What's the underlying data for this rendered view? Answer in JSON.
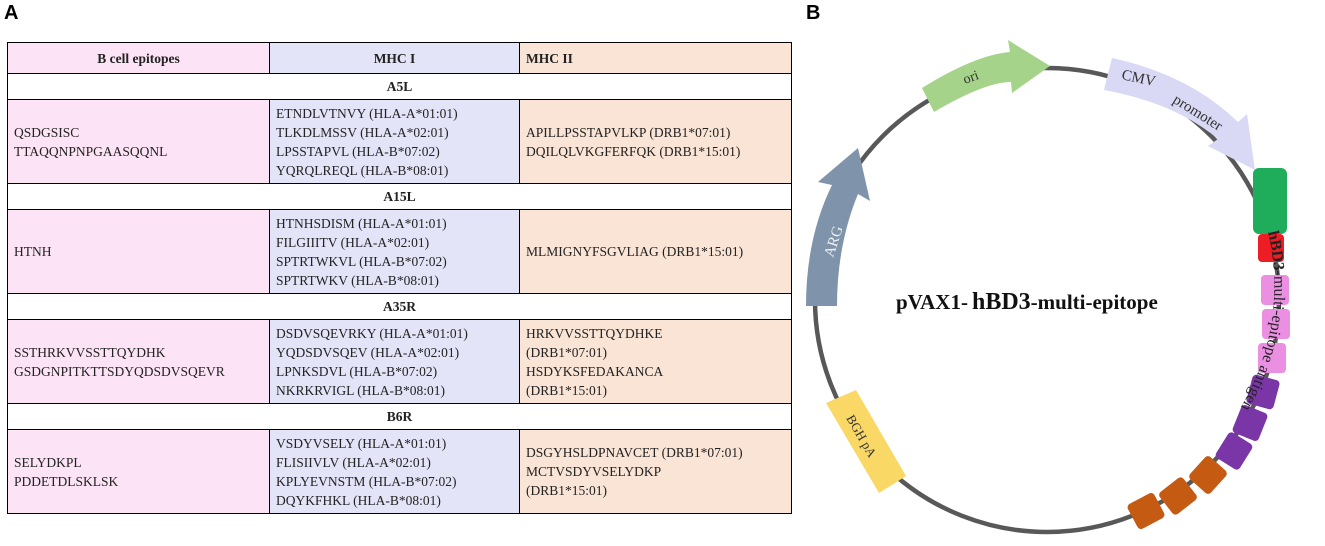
{
  "panel_a_label": "A",
  "panel_b_label": "B",
  "table": {
    "headers": [
      "B cell epitopes",
      "MHC I",
      "MHC II"
    ],
    "sections": [
      {
        "name": "A5L",
        "b_cell": [
          "QSDGSISC",
          "TTAQQNPNPGAASQQNL"
        ],
        "mhc1": [
          "ETNDLVTNVY (HLA-A*01:01)",
          "TLKDLMSSV (HLA-A*02:01)",
          "LPSSTAPVL (HLA-B*07:02)",
          "YQRQLREQL (HLA-B*08:01)"
        ],
        "mhc2": [
          "APILLPSSTAPVLKP (DRB1*07:01)",
          "DQILQLVKGFERFQK (DRB1*15:01)"
        ]
      },
      {
        "name": "A15L",
        "b_cell": [
          "HTNH"
        ],
        "mhc1": [
          "HTNHSDISM (HLA-A*01:01)",
          "FILGIIITV (HLA-A*02:01)",
          "SPTRTWKVL (HLA-B*07:02)",
          "SPTRTWKV (HLA-B*08:01)"
        ],
        "mhc2": [
          "MLMIGNYFSGVLIAG (DRB1*15:01)"
        ]
      },
      {
        "name": "A35R",
        "b_cell": [
          "SSTHRKVVSSTTQYDHK",
          "GSDGNPITKTTSDYQDSDVSQEVR"
        ],
        "mhc1": [
          "DSDVSQEVRKY (HLA-A*01:01)",
          "YQDSDVSQEV (HLA-A*02:01)",
          "LPNKSDVL (HLA-B*07:02)",
          "NKRKRVIGL (HLA-B*08:01)"
        ],
        "mhc2": [
          "HRKVVSSTTQYDHKE",
          "(DRB1*07:01)",
          "HSDYKSFEDAKANCA",
          "(DRB1*15:01)"
        ]
      },
      {
        "name": "B6R",
        "b_cell": [
          "SELYDKPL",
          "PDDETDLSKLSK"
        ],
        "mhc1": [
          "VSDYVSELY (HLA-A*01:01)",
          "FLISIIVLV (HLA-A*02:01)",
          "KPLYEVNSTM (HLA-B*07:02)",
          "DQYKFHKL (HLA-B*08:01)"
        ],
        "mhc2": [
          "DSGYHSLDPNAVCET (DRB1*07:01)",
          "MCTVSDYVSELYDKP",
          "(DRB1*15:01)"
        ]
      }
    ]
  },
  "plasmid": {
    "title_prefix": "pVAX1-",
    "title_bold": "hBD3",
    "title_suffix": "-multi-epitope",
    "features": {
      "ori": "ori",
      "cmv": "CMV",
      "promoter": "promoter",
      "arg": "ARG",
      "bgh": "BGH pA",
      "antigen_bold": "hBD3",
      "antigen_rest": "-multi-epitope antigen"
    },
    "colors": {
      "ori": "#a6d38a",
      "cmv": "#d9d9f6",
      "arg": "#7f94ab",
      "bgh": "#fad865",
      "hbd3": "#1fad5b",
      "red": "#ee1c24",
      "pink": "#ea8fe1",
      "purple": "#7a36a6",
      "orange": "#c55a12"
    }
  }
}
